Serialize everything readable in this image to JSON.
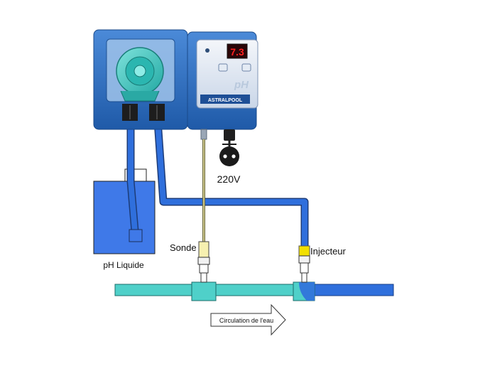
{
  "device": {
    "display_value": "7.3",
    "brand": "ASTRALPOOL",
    "product_mark": "pH",
    "body_color": "#2f6fc0",
    "pump_head_color": "#3cc4bf",
    "display_color": "#ff2020"
  },
  "labels": {
    "voltage": "220V",
    "tank": "pH Liquide",
    "probe": "Sonde",
    "injector": "Injecteur",
    "flow": "Circulation de l'eau"
  },
  "colors": {
    "tube": "#2f6fdc",
    "liquid": "#3f79e8",
    "pipe_teal": "#4fd0c9",
    "pipe_blue": "#2f6fdc",
    "probe_fill": "#f6f0b0",
    "injector_fill": "#f2e000"
  }
}
